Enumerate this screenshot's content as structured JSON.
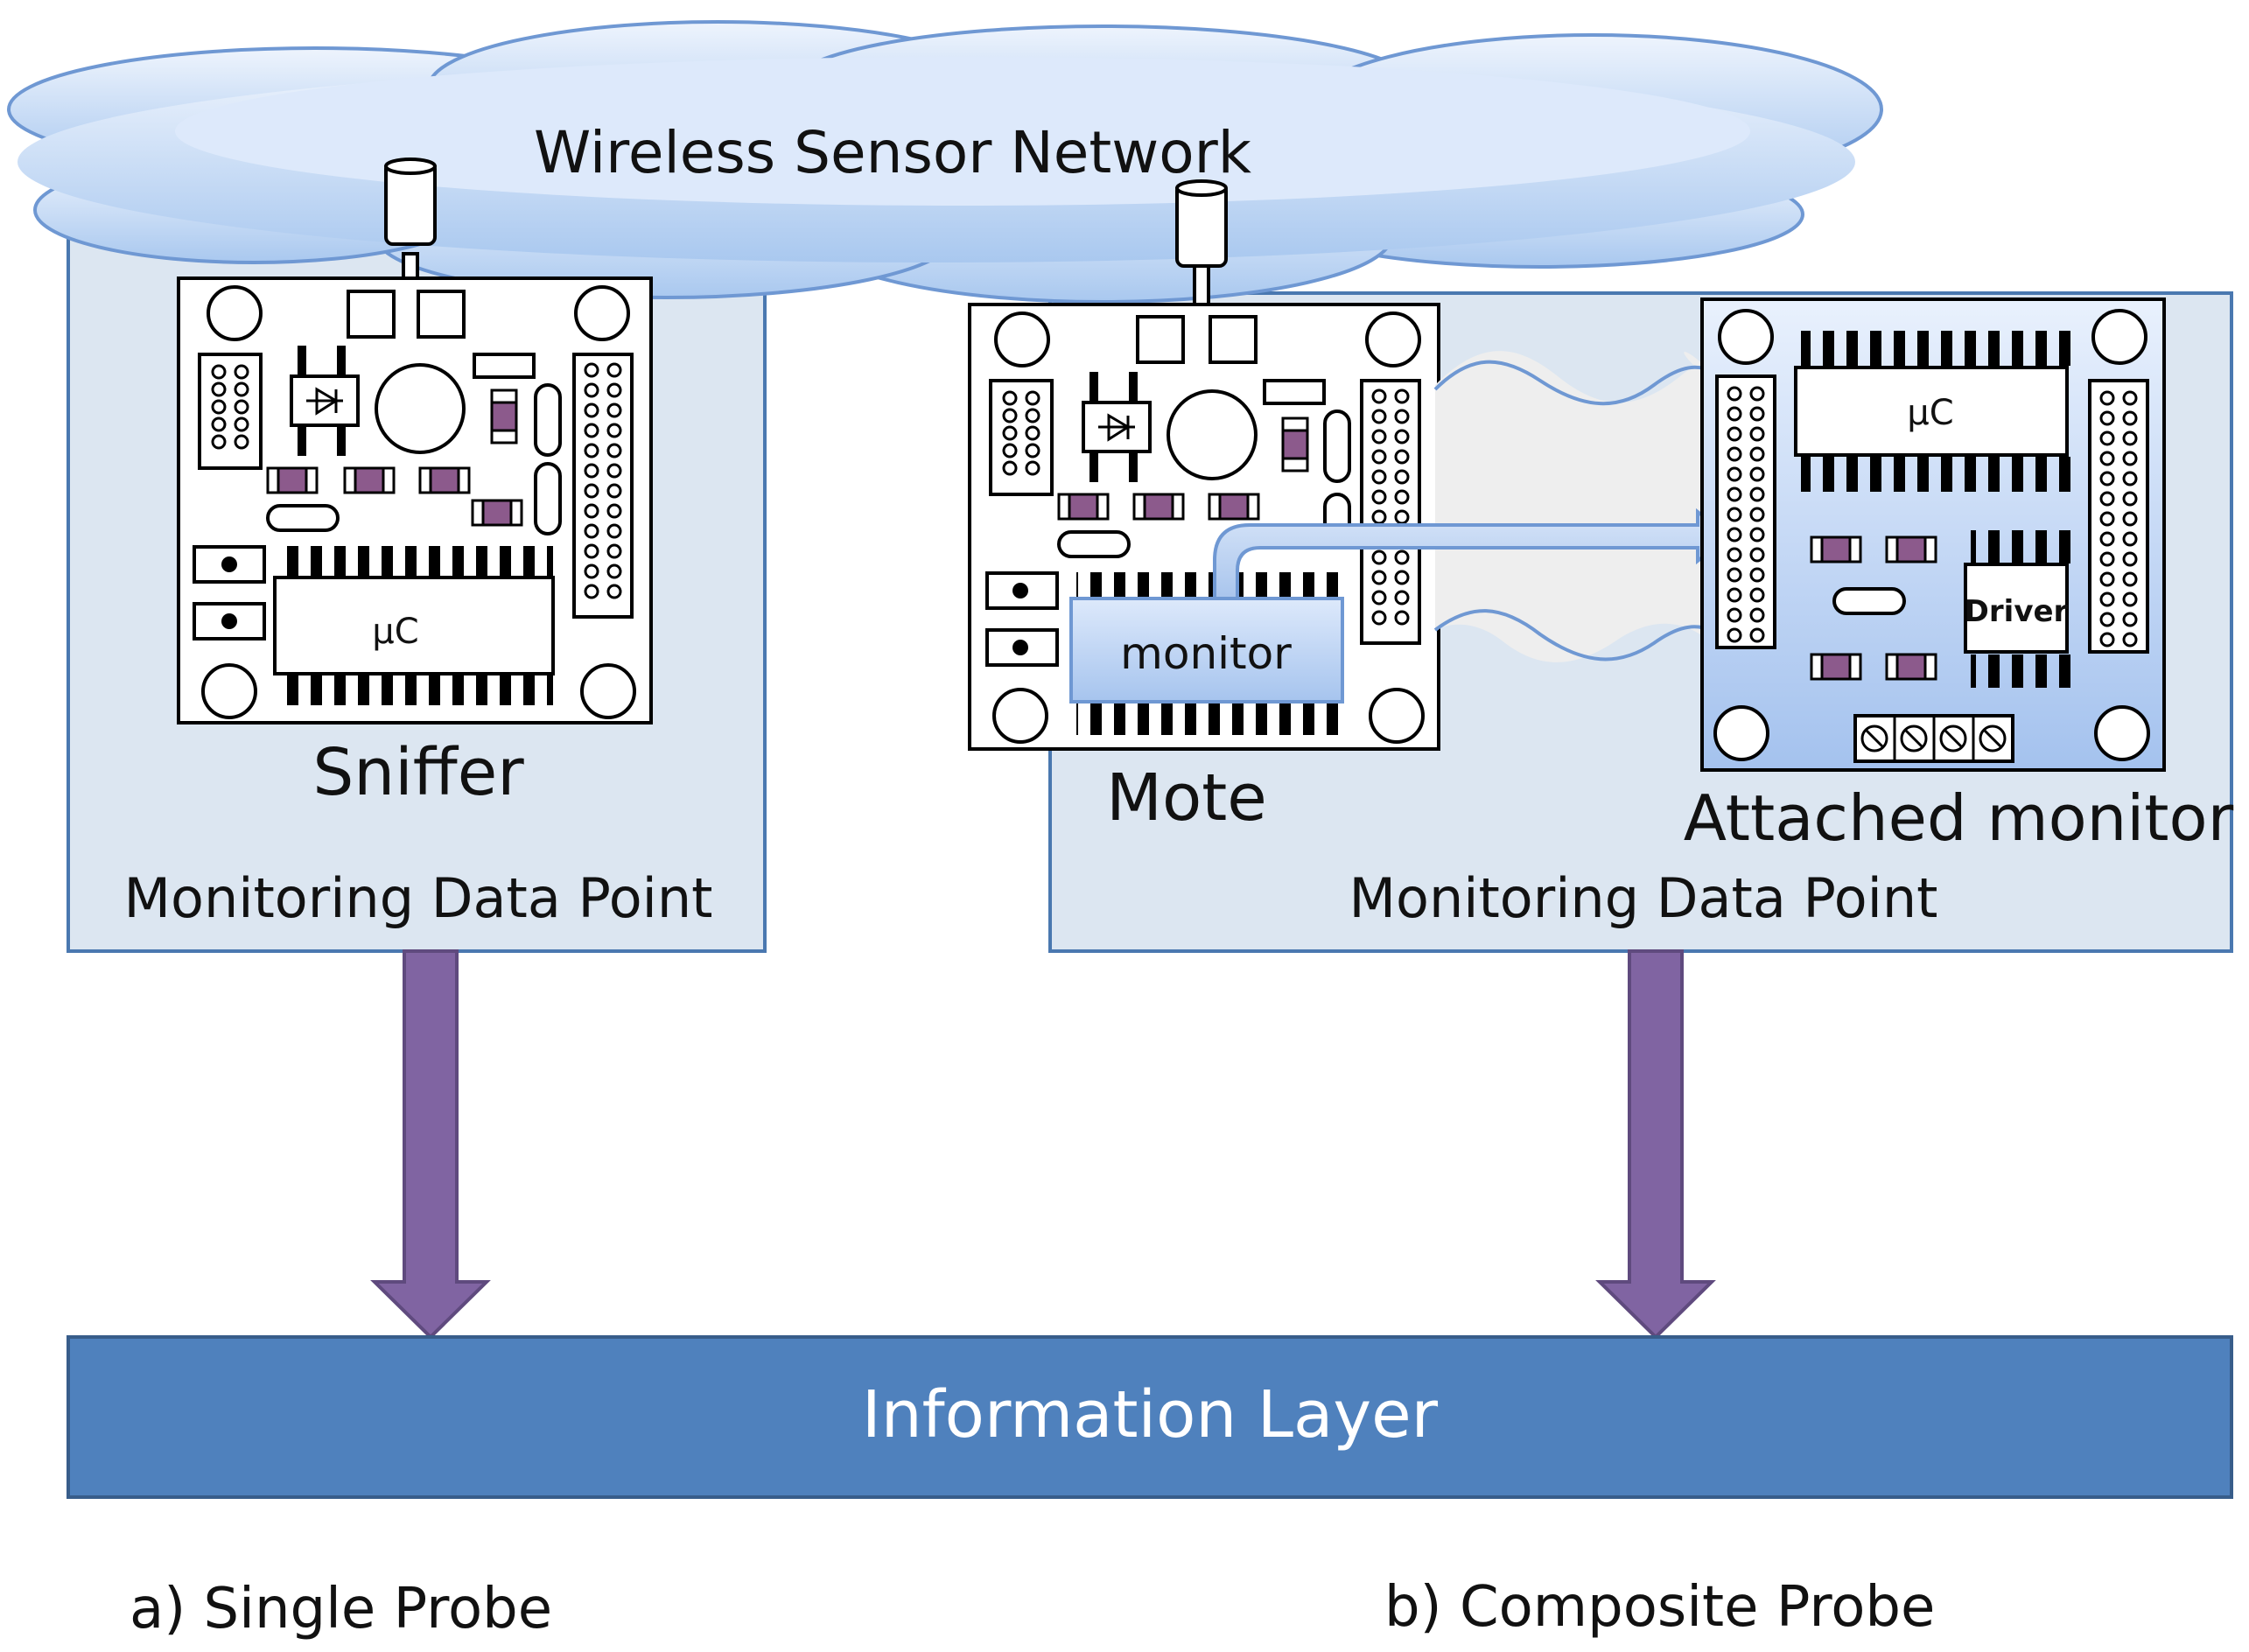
{
  "cloud": {
    "label": "Wireless Sensor Network"
  },
  "left_probe": {
    "box_label": "Monitoring Data Point",
    "device_label": "Sniffer",
    "chip_label": "µC",
    "caption": "a) Single Probe"
  },
  "right_probe": {
    "box_label": "Monitoring Data Point",
    "mote_label": "Mote",
    "monitor_label": "monitor",
    "attached_label": "Attached monitor",
    "chip_label": "µC",
    "driver_label": "Driver",
    "caption": "b) Composite Probe"
  },
  "info_layer": {
    "label": "Information Layer"
  },
  "colors": {
    "box_fill": "#dce6f1",
    "box_stroke": "#4a78b0",
    "info_fill": "#4f81bd",
    "arrow_fill": "#8064a2",
    "component": "#8c5a8c"
  }
}
